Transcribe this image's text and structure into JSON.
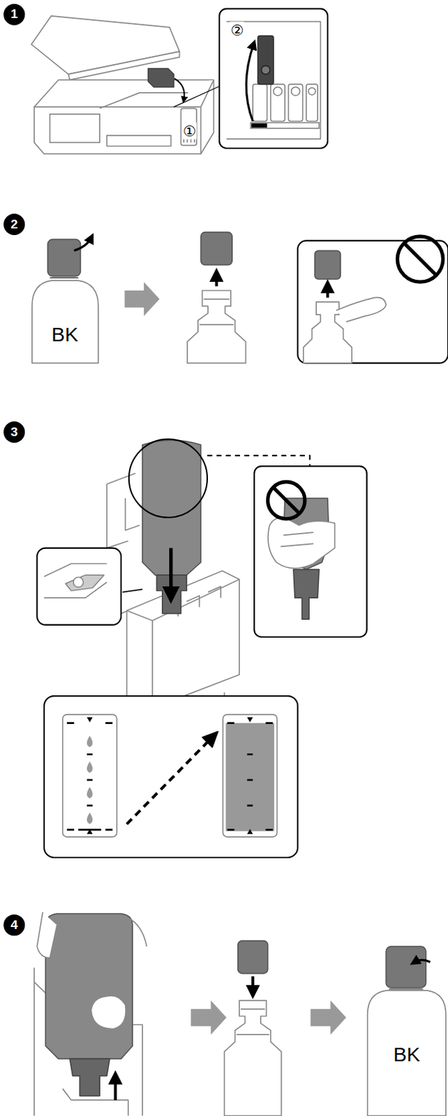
{
  "diagram": {
    "labels": [
      "1",
      "①",
      "②",
      "2",
      "BK",
      "3",
      "4",
      "BK"
    ]
  }
}
